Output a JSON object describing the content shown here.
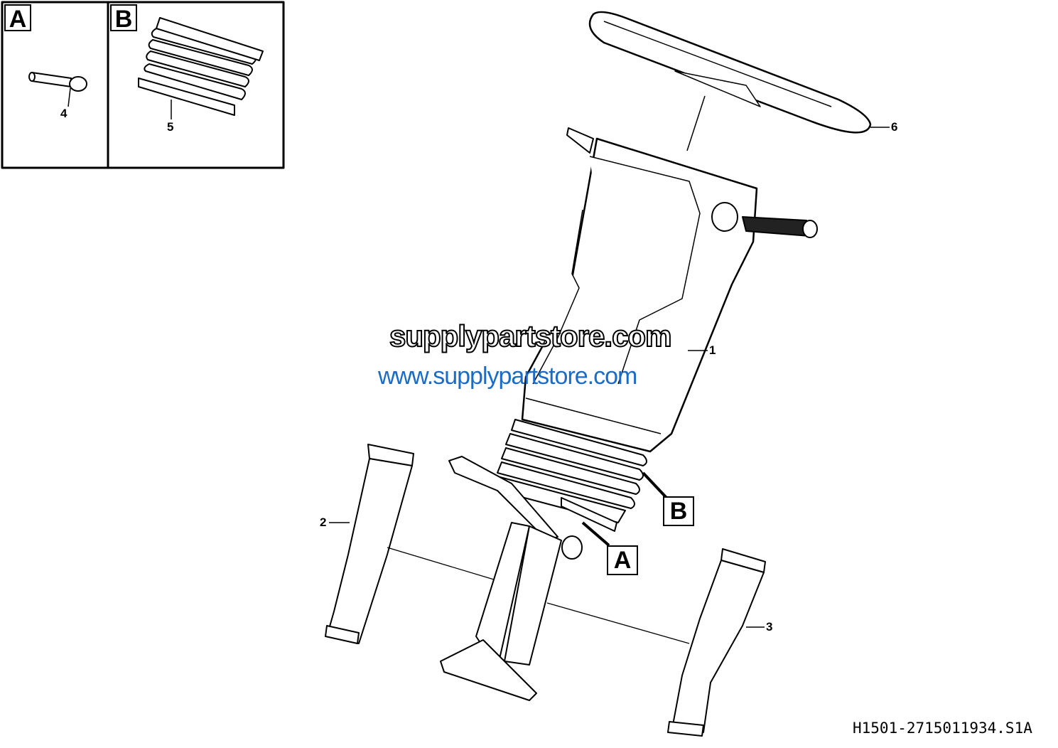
{
  "insets": [
    {
      "tag": "A",
      "part": "4"
    },
    {
      "tag": "B",
      "part": "5"
    }
  ],
  "callouts": {
    "p1": "1",
    "p2": "2",
    "p3": "3",
    "p6": "6"
  },
  "detail_markers": {
    "a": "A",
    "b": "B"
  },
  "watermark": {
    "outline": "supplypartstore.com",
    "blue": "www.supplypartstore.com",
    "blue_color": "#1a6cc8"
  },
  "drawing_code": "H1501-2715011934.S1A"
}
